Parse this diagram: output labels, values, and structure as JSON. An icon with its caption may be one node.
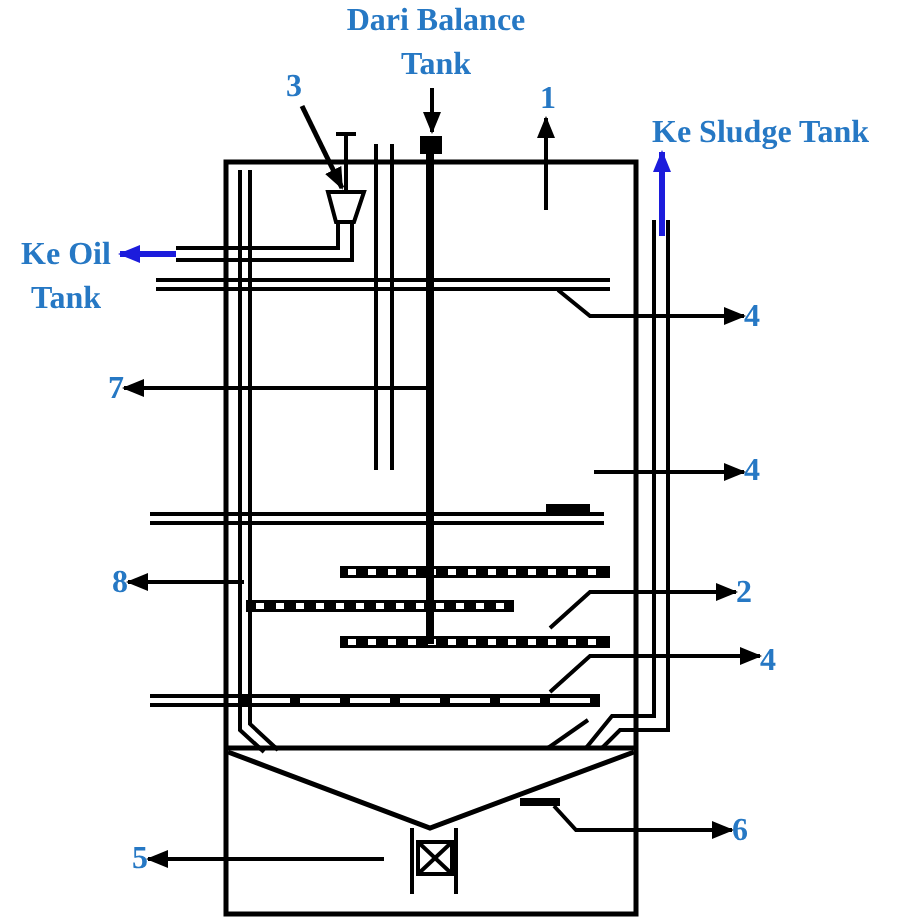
{
  "diagram": {
    "nodes": [
      {
        "text": [
          "Dari Balance Tank"
        ]
      },
      {
        "text": [
          "3"
        ]
      },
      {
        "text": [
          "1"
        ]
      },
      {
        "text": [
          "Ke Sludge Tank"
        ]
      },
      {
        "text": [
          "Ke Oil Tank"
        ]
      },
      {
        "text": [
          "4"
        ]
      },
      {
        "text": [
          "7"
        ]
      },
      {
        "text": [
          "4"
        ]
      },
      {
        "text": [
          "8"
        ]
      },
      {
        "text": [
          "2"
        ]
      },
      {
        "text": [
          "4"
        ]
      },
      {
        "text": [
          "6"
        ]
      },
      {
        "text": [
          "5"
        ]
      }
    ],
    "edges": [
      {
        "from": 0,
        "to": null,
        "arrow": "to"
      },
      {
        "from": 1,
        "to": null,
        "arrow": "to"
      },
      {
        "from": null,
        "to": 2,
        "arrow": "to"
      },
      {
        "from": null,
        "to": 3,
        "arrow": "to",
        "color": "#1c1cdc"
      },
      {
        "from": null,
        "to": 4,
        "arrow": "to",
        "color": "#1c1cdc"
      },
      {
        "from": null,
        "to": 5,
        "arrow": "to"
      },
      {
        "from": null,
        "to": 6,
        "arrow": "to"
      },
      {
        "from": null,
        "to": 7,
        "arrow": "to"
      },
      {
        "from": null,
        "to": 8,
        "arrow": "to"
      },
      {
        "from": null,
        "to": 9,
        "arrow": "to"
      },
      {
        "from": null,
        "to": 10,
        "arrow": "to"
      },
      {
        "from": null,
        "to": 11,
        "arrow": "to"
      },
      {
        "from": null,
        "to": 12,
        "arrow": "to"
      }
    ]
  }
}
